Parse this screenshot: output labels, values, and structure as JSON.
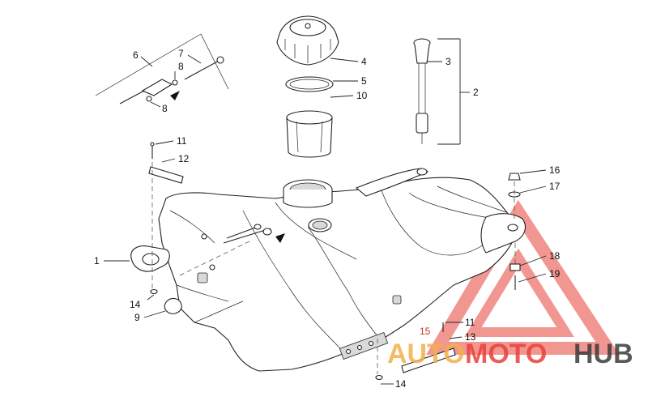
{
  "callouts": {
    "c1": "1",
    "c2": "2",
    "c3": "3",
    "c4": "4",
    "c5": "5",
    "c6": "6",
    "c7": "7",
    "c8a": "8",
    "c8b": "8",
    "c9": "9",
    "c10": "10",
    "c11a": "11",
    "c11b": "11",
    "c12": "12",
    "c13": "13",
    "c14a": "14",
    "c14b": "14",
    "c15": "15",
    "c16": "16",
    "c17": "17",
    "c18": "18",
    "c19": "19"
  },
  "watermark": {
    "part1": "AUTO",
    "part2": "MOTO",
    "part3": "HUB",
    "color_primary": "#e8423a",
    "color_secondary": "#f3b04a",
    "color_text_dark": "#3b3b3b"
  },
  "colors": {
    "line": "#222222",
    "label_accent": "#c23a2e"
  }
}
